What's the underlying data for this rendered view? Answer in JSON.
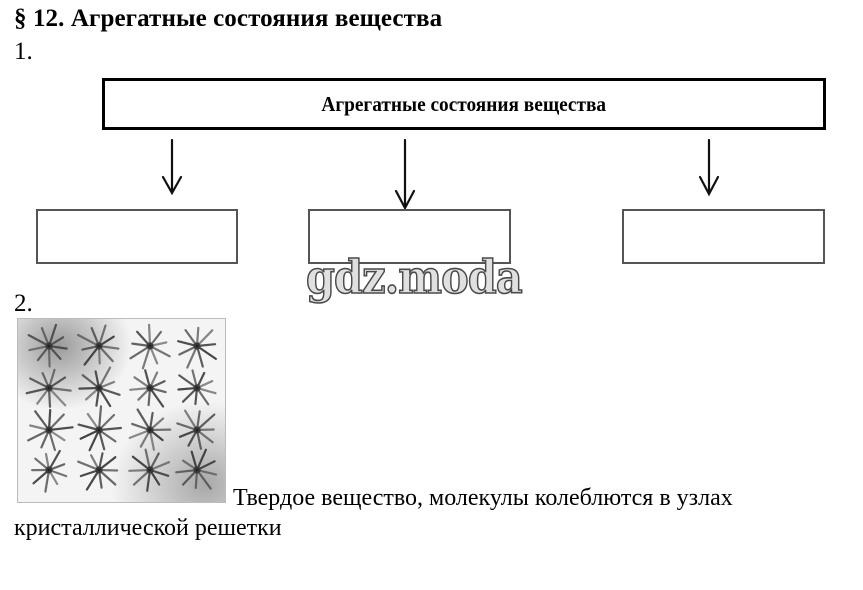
{
  "heading": "§ 12. Агрегатные состояния вещества",
  "task1": {
    "number": "1.",
    "diagram": {
      "root_label": "Агрегатные состояния вещества",
      "child_boxes": [
        "",
        "",
        ""
      ]
    }
  },
  "watermark": "gdz.moda",
  "task2": {
    "number": "2.",
    "image_description": "solid-crystal-lattice-molecules-image",
    "caption_line1": "Твердое вещество, молекулы колеблются в узлах",
    "caption_line2": "кристаллической решетки"
  }
}
